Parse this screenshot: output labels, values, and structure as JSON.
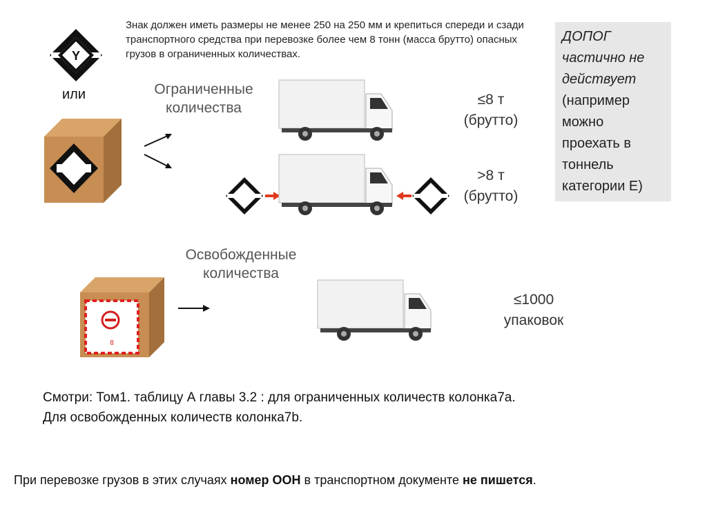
{
  "note_text": "Знак должен иметь размеры не менее 250 на 250 мм и крепиться спереди и сзади транспортного средства при перевозке более чем 8 тонн (масса брутто) опасных грузов в ограниченных количествах.",
  "ili": "или",
  "y_mark": "Y",
  "sidebox": {
    "line1": "ДОПОГ",
    "line2": "частично не",
    "line3": "действует",
    "line4": "(например",
    "line5": "можно",
    "line6": "проехать в",
    "line7": "тоннель",
    "line8": "категории Е)"
  },
  "limited": {
    "label_line1": "Ограниченные",
    "label_line2": "количества",
    "row1_qty1": "≤8 т",
    "row1_qty2": "(брутто)",
    "row2_qty1": ">8 т",
    "row2_qty2": "(брутто)"
  },
  "excepted": {
    "label_line1": "Освобожденные",
    "label_line2": "количества",
    "qty1": "≤1000",
    "qty2": "упаковок",
    "box_digit": "8"
  },
  "reference": {
    "line1": "Смотри: Том1. таблицу А главы 3.2 : для ограниченных количеств колонка7а.",
    "line2": "Для освобожденных количеств колонка7b."
  },
  "bottom": {
    "part1": "При перевозке грузов в этих случаях ",
    "bold1": "номер ООН",
    "part2": " в транспортном документе ",
    "bold2": "не пишется",
    "part3": "."
  },
  "colors": {
    "box": "#c89156",
    "box_dark": "#9a6a38",
    "arrow_red": "#e03a1e",
    "sidebox_bg": "#e7e7e7"
  }
}
